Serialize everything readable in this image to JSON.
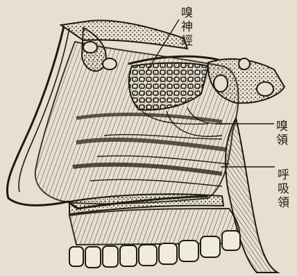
{
  "labels": {
    "olfactory_nerve": "嗅\n神\n經",
    "olfactory_region": "嗅\n領",
    "respiratory_region": "呼\n吸\n領"
  },
  "colors": {
    "paper": "#e7dfcf",
    "ink": "#1d1a15",
    "shade": "#5a5246"
  }
}
